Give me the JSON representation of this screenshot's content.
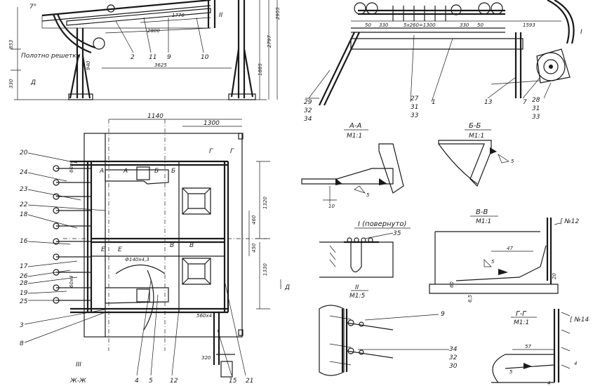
{
  "top_left": {
    "angle": "7°",
    "label_grate_web": "Полотно решетки",
    "dims": [
      "1770",
      "2800",
      "3625",
      "940",
      "853",
      "330",
      "1885",
      "2797",
      "2955"
    ],
    "leaders": [
      "2",
      "11",
      "9",
      "10",
      "II"
    ],
    "axis_d": "Д"
  },
  "plan_view": {
    "dims_top": [
      "1140",
      "1300"
    ],
    "dims_right": [
      "1320",
      "450",
      "460",
      "1330"
    ],
    "dims_left": [
      "60x4",
      "60x4"
    ],
    "leaders_left": [
      "20",
      "24",
      "23",
      "22",
      "18",
      "16",
      "17",
      "26",
      "28",
      "19",
      "25",
      "3",
      "8"
    ],
    "leaders_bottom": [
      "4",
      "5",
      "12",
      "15",
      "21"
    ],
    "section_letters": [
      "А",
      "А",
      "Б",
      "Б",
      "Г",
      "Г",
      "В",
      "В",
      "Е",
      "Е"
    ],
    "hole_note": "Ф140х4,3",
    "misc_dims": [
      "560x4",
      "320"
    ],
    "section_mark": "Ж-Ж",
    "roman_mark": "III",
    "arrow_d": "Д"
  },
  "top_right": {
    "dims": [
      "50",
      "330",
      "5x260=1300",
      "330",
      "1593",
      "50"
    ],
    "leaders_left": [
      "29",
      "32",
      "34"
    ],
    "leaders_mid": [
      "27",
      "31",
      "33",
      "1"
    ],
    "leaders_right": [
      "13",
      "7",
      "28",
      "31",
      "33"
    ],
    "roman_mark": "I"
  },
  "section_aa": {
    "title": "А-А",
    "scale": "М1:1",
    "weld": "5",
    "dim": "10"
  },
  "section_bb": {
    "title": "Б-Б",
    "scale": "М1:1",
    "weld": "5"
  },
  "detail_i": {
    "title": "I (повернуто)",
    "leader": "35",
    "sub_mark": "II",
    "sub_scale": "М1:5"
  },
  "section_vv": {
    "title": "В-В",
    "scale": "М1:1",
    "channel": "[ №12",
    "dims": [
      "47",
      "5",
      "20",
      "6,5",
      "60"
    ]
  },
  "detail_9": {
    "leader": "9",
    "leaders_right": [
      "34",
      "32",
      "30"
    ]
  },
  "section_gg": {
    "title": "Г-Г",
    "scale": "М1:1",
    "channel": "[ №14",
    "dims": [
      "57",
      "4",
      "5",
      "4"
    ]
  }
}
